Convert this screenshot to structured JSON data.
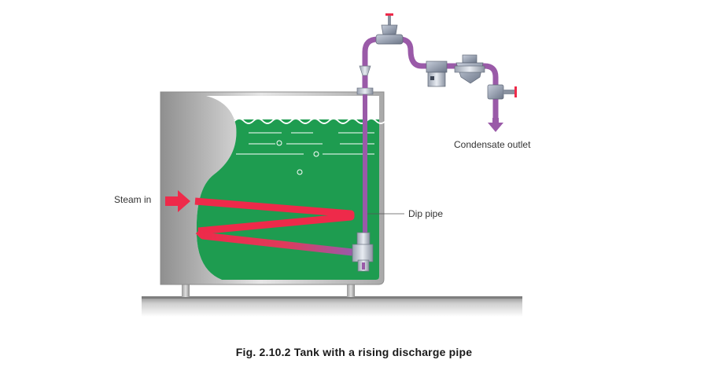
{
  "labels": {
    "steam_in": "Steam in",
    "dip_pipe": "Dip pipe",
    "condensate_outlet": "Condensate outlet"
  },
  "caption": "Fig. 2.10.2 Tank with a rising discharge pipe",
  "colors": {
    "liquid": "#1e9c50",
    "steam": "#ee2a4a",
    "condensate": "#9a5aa8",
    "tank_wall": "#b0b0b0",
    "ground": "#9a9a9a"
  }
}
